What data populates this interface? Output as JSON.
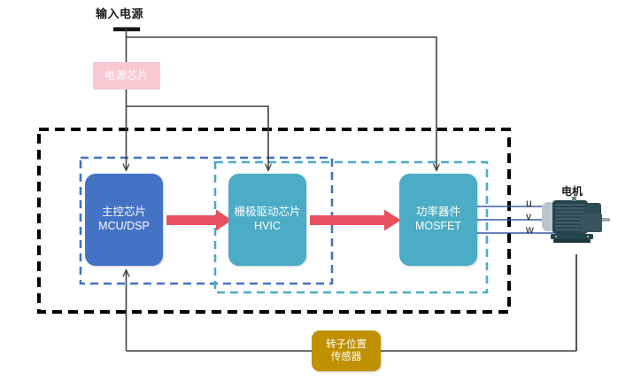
{
  "diagram": {
    "title_label": "输入电源",
    "motor_label": "电机",
    "blocks": [
      {
        "id": "powerchip",
        "line1": "电源芯片",
        "line2": "",
        "color": "#F8C8D0"
      },
      {
        "id": "mcu",
        "line1": "主控芯片",
        "line2": "MCU/DSP",
        "color": "#4472C4"
      },
      {
        "id": "hvic",
        "line1": "栅极驱动芯片",
        "line2": "HVIC",
        "color": "#4BACC6"
      },
      {
        "id": "mosfet",
        "line1": "功率器件",
        "line2": "MOSFET",
        "color": "#4BACC6"
      },
      {
        "id": "sensor",
        "line1": "转子位置",
        "line2": "传感器",
        "color": "#BF9000"
      }
    ],
    "phases": [
      {
        "name": "u"
      },
      {
        "name": "v"
      },
      {
        "name": "w"
      }
    ],
    "colors": {
      "mcu_blue": "#4472C4",
      "chip_teal": "#4BACC6",
      "power_pink": "#F8C8D0",
      "sensor_gold": "#BF9000",
      "signal_arrow_red": "#E8505F",
      "outer_dashed_black": "#000000",
      "inner_dashed_blue": "#4472C4",
      "inner_dashed_teal": "#4BACC6",
      "wire_gray": "#404040",
      "phase_wire_blue": "#3B5BA5"
    }
  }
}
